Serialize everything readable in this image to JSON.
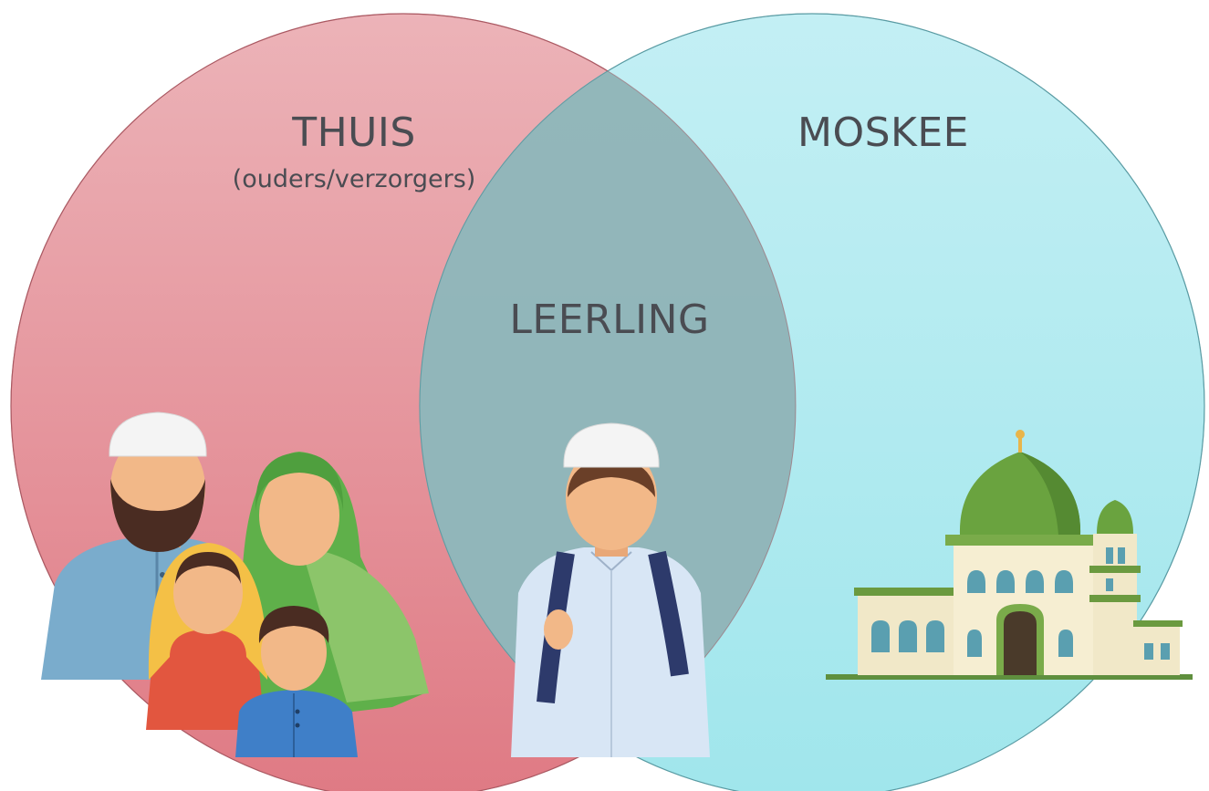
{
  "diagram": {
    "type": "venn",
    "sets": [
      {
        "id": "home",
        "label": "THUIS",
        "sublabel": "(ouders/verzorgers)",
        "color": "#e58a93"
      },
      {
        "id": "mosque",
        "label": "MOSKEE",
        "sublabel": "",
        "color": "#a6e8ef"
      }
    ],
    "intersection": {
      "label": "LEERLING",
      "color": "#8fb7b9"
    },
    "illustrations": [
      {
        "name": "family-illustration",
        "in": "home"
      },
      {
        "name": "student-illustration",
        "in": "intersection"
      },
      {
        "name": "mosque-illustration",
        "in": "mosque"
      }
    ]
  }
}
